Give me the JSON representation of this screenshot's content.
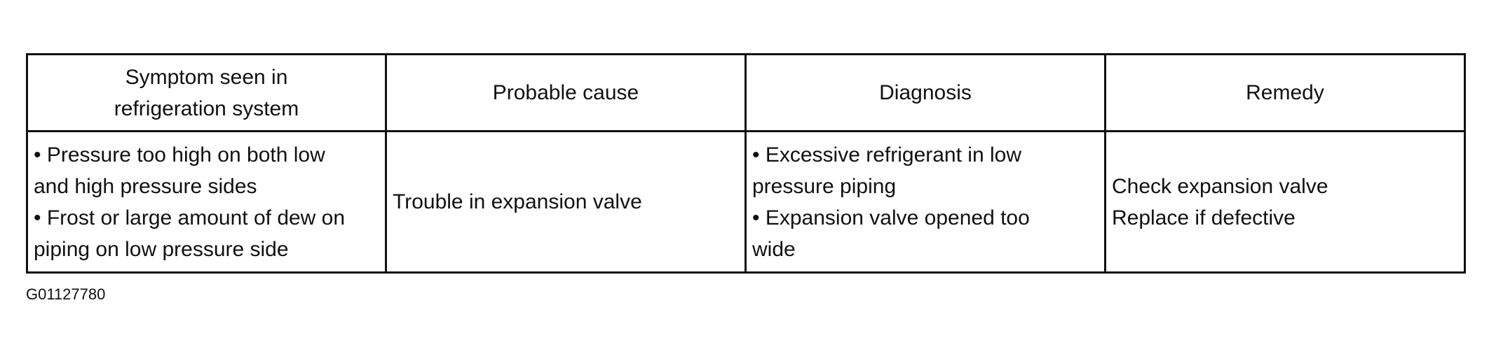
{
  "table": {
    "headers": [
      [
        "Symptom seen in",
        "refrigeration system"
      ],
      [
        "Probable cause"
      ],
      [
        "Diagnosis"
      ],
      [
        "Remedy"
      ]
    ],
    "row": {
      "symptom": [
        "• Pressure too high on both low",
        "and high pressure sides",
        "• Frost or large amount of dew on",
        "piping on low pressure side"
      ],
      "cause": [
        "Trouble in expansion valve"
      ],
      "diagnosis": [
        "• Excessive refrigerant in low",
        "pressure piping",
        "• Expansion valve opened too",
        "wide"
      ],
      "remedy": [
        "Check expansion valve",
        "Replace if defective"
      ]
    }
  },
  "figure_id": "G01127780"
}
